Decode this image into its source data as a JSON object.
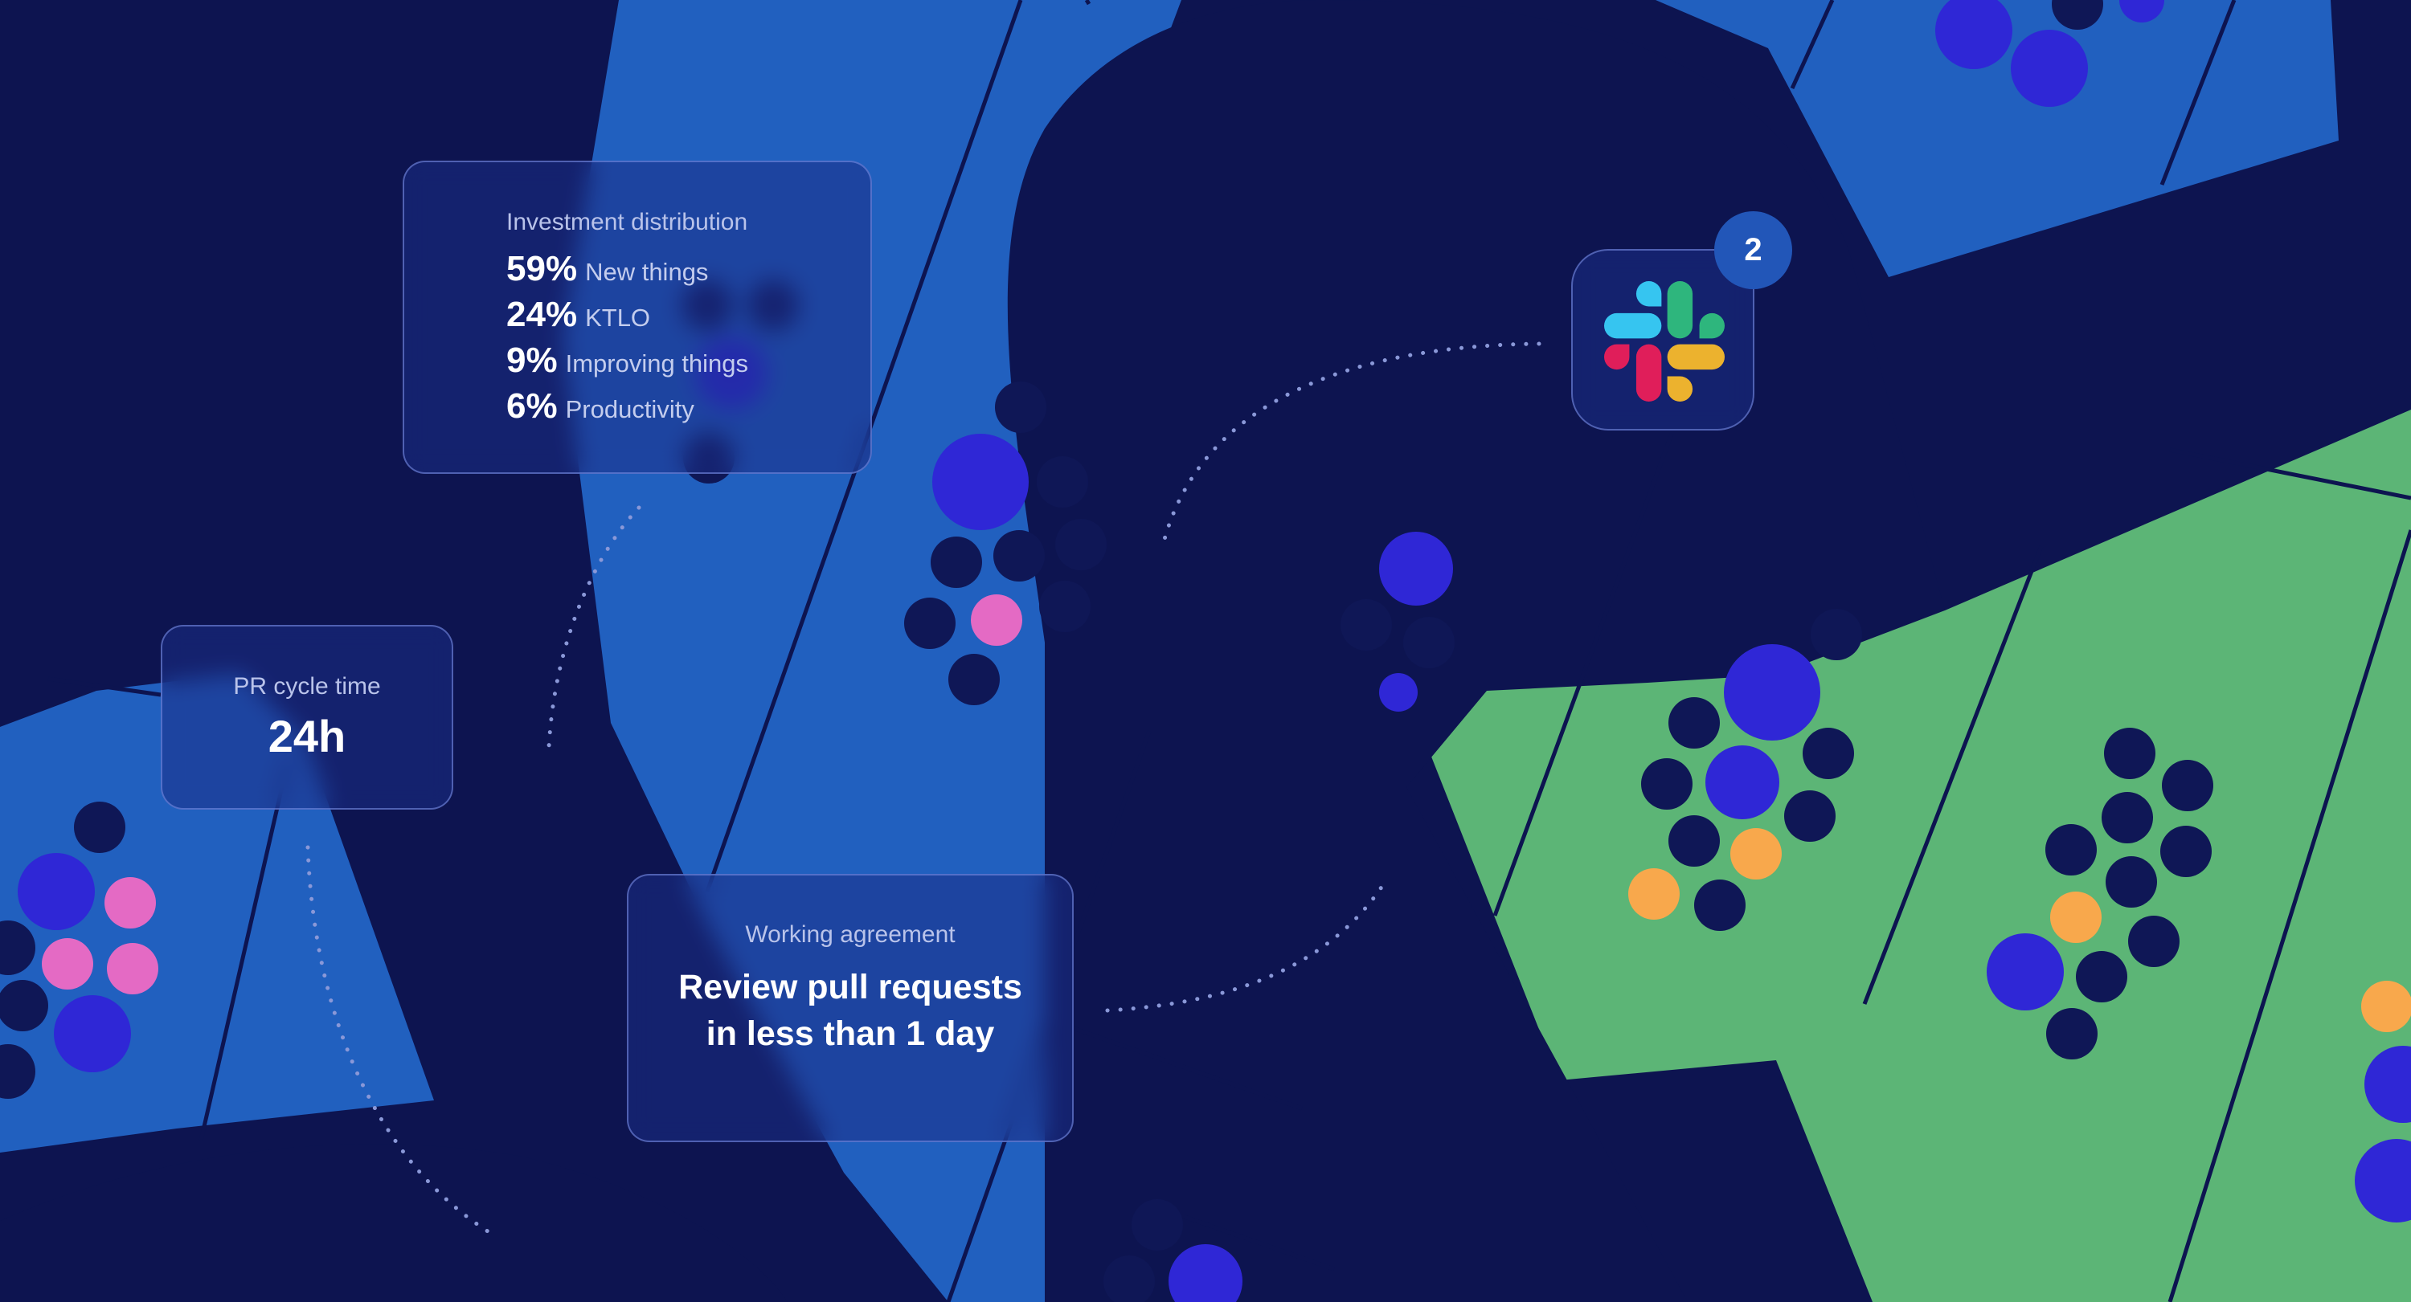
{
  "investment_distribution": {
    "label": "Investment distribution",
    "items": [
      {
        "percent": "59%",
        "category": "New things"
      },
      {
        "percent": "24%",
        "category": "KTLO"
      },
      {
        "percent": "9%",
        "category": "Improving things"
      },
      {
        "percent": "6%",
        "category": "Productivity"
      }
    ]
  },
  "pr_cycle_time": {
    "label": "PR cycle time",
    "value": "24h"
  },
  "working_agreement": {
    "label": "Working agreement",
    "text": "Review pull requests in less than 1 day"
  },
  "slack_notification": {
    "icon": "slack-logo-icon",
    "badge_count": "2"
  },
  "colors": {
    "background": "#0d1450",
    "blue_band": "#2160bf",
    "green_band": "#5cb576",
    "dot_navy": "#0f1756",
    "dot_violet": "#2f27d6",
    "dot_pink": "#e46ac4",
    "dot_orange": "#f8a84c",
    "slack_blue": "#36c5f0",
    "slack_green": "#2eb67d",
    "slack_red": "#e01e5a",
    "slack_yellow": "#ecb22e"
  }
}
